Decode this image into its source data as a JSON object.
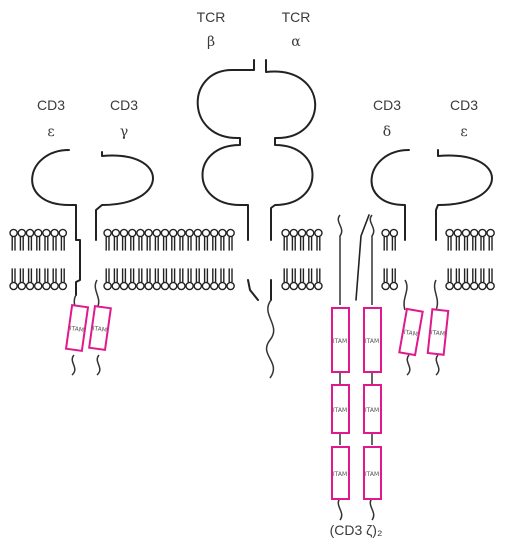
{
  "labels": {
    "cd3_epsilon_left": {
      "top": "CD3",
      "sub": "ε"
    },
    "cd3_gamma": {
      "top": "CD3",
      "sub": "γ"
    },
    "tcr_beta": {
      "top": "TCR",
      "sub": "β"
    },
    "tcr_alpha": {
      "top": "TCR",
      "sub": "α"
    },
    "cd3_delta": {
      "top": "CD3",
      "sub": "δ"
    },
    "cd3_epsilon_right": {
      "top": "CD3",
      "sub": "ε"
    },
    "zeta_dimer": "(CD3 ζ)₂"
  },
  "itam_motif_text": "ITAM",
  "colors": {
    "itam_box": "#e0198c",
    "outline": "#222222",
    "label": "#3a3a3a"
  }
}
